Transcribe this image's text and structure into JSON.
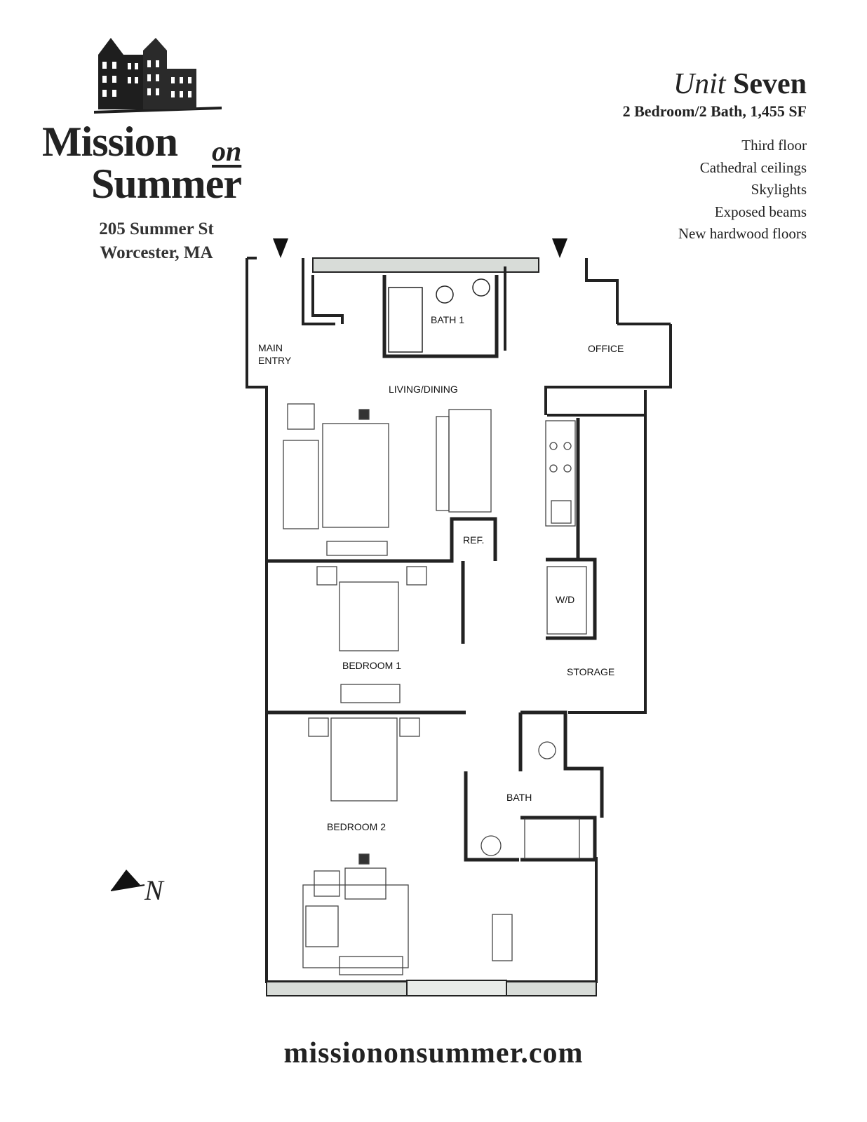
{
  "brand": {
    "name_line1": "Mission",
    "name_on": "on",
    "name_line2": "Summer",
    "logo_icon": "building-sketch-icon",
    "address_line1": "205 Summer St",
    "address_line2": "Worcester, MA"
  },
  "unit": {
    "title_prefix": "Unit",
    "title_name": "Seven",
    "subtitle": "2 Bedroom/2 Bath, 1,455 SF",
    "features": [
      "Third floor",
      "Cathedral ceilings",
      "Skylights",
      "Exposed beams",
      "New hardwood floors"
    ]
  },
  "rooms": {
    "main_entry_line1": "MAIN",
    "main_entry_line2": "ENTRY",
    "bath1": "BATH 1",
    "office": "OFFICE",
    "living_dining": "LIVING/DINING",
    "ref": "REF.",
    "wd": "W/D",
    "bedroom1": "BEDROOM 1",
    "storage": "STORAGE",
    "bath": "BATH",
    "bedroom2": "BEDROOM 2"
  },
  "compass": {
    "label": "N",
    "icon": "north-arrow-icon"
  },
  "footer": {
    "website": "missiononsummer.com"
  }
}
